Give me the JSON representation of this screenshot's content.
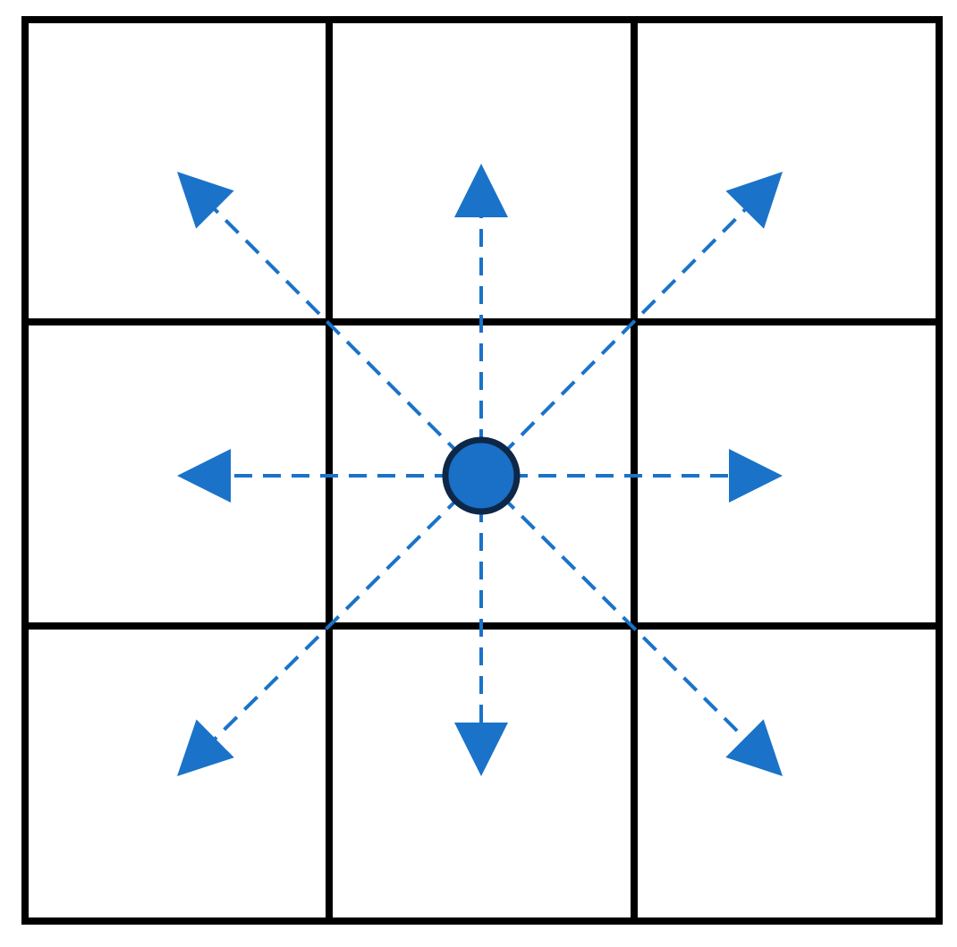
{
  "diagram": {
    "grid": {
      "rows": 3,
      "cols": 3
    },
    "center_node": {
      "cell_row": 1,
      "cell_col": 1
    },
    "directions": [
      "N",
      "NE",
      "E",
      "SE",
      "S",
      "SW",
      "W",
      "NW"
    ],
    "colors": {
      "grid_line": "#000000",
      "arrow": "#1a73c9",
      "node_fill": "#1a6fc7",
      "node_stroke": "#0d2747",
      "background": "#ffffff"
    }
  }
}
